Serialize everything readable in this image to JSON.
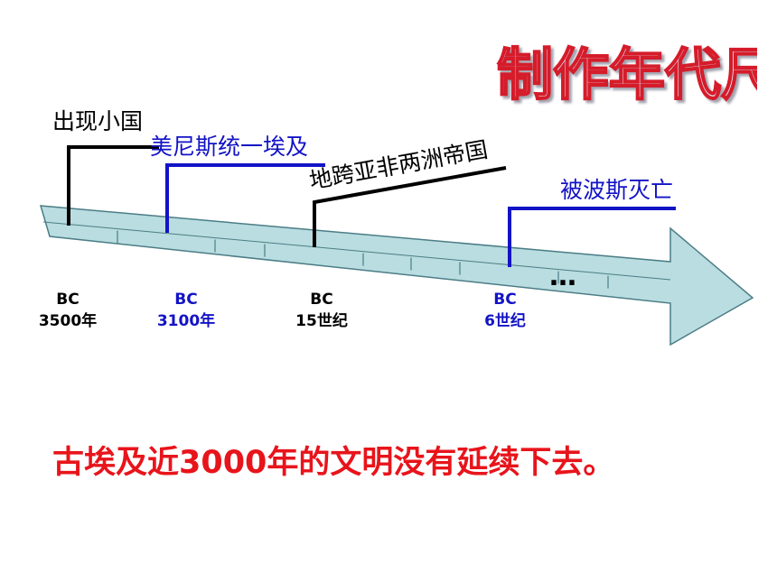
{
  "title": "制作年代尺",
  "colors": {
    "bar_fill": "#b9dde0",
    "bar_stroke": "#4b7d86",
    "black_marker": "#000000",
    "blue_marker": "#1313c6",
    "title_fill": "#e6e6f4",
    "title_stroke": "#d51c2c",
    "conclusion": "#e8141b"
  },
  "events": [
    {
      "label": "出现小国",
      "color": "black",
      "era_top": "BC",
      "era_bottom": "3500年"
    },
    {
      "label": "美尼斯统一埃及",
      "color": "blue",
      "era_top": "BC",
      "era_bottom": "3100年"
    },
    {
      "label": "地跨亚非两洲帝国",
      "color": "black",
      "era_top": "BC",
      "era_bottom": "15世纪"
    },
    {
      "label": "被波斯灭亡",
      "color": "blue",
      "era_top": "BC",
      "era_bottom": "6世纪"
    }
  ],
  "ellipsis": "…",
  "conclusion": "古埃及近3000年的文明没有延续下去。"
}
